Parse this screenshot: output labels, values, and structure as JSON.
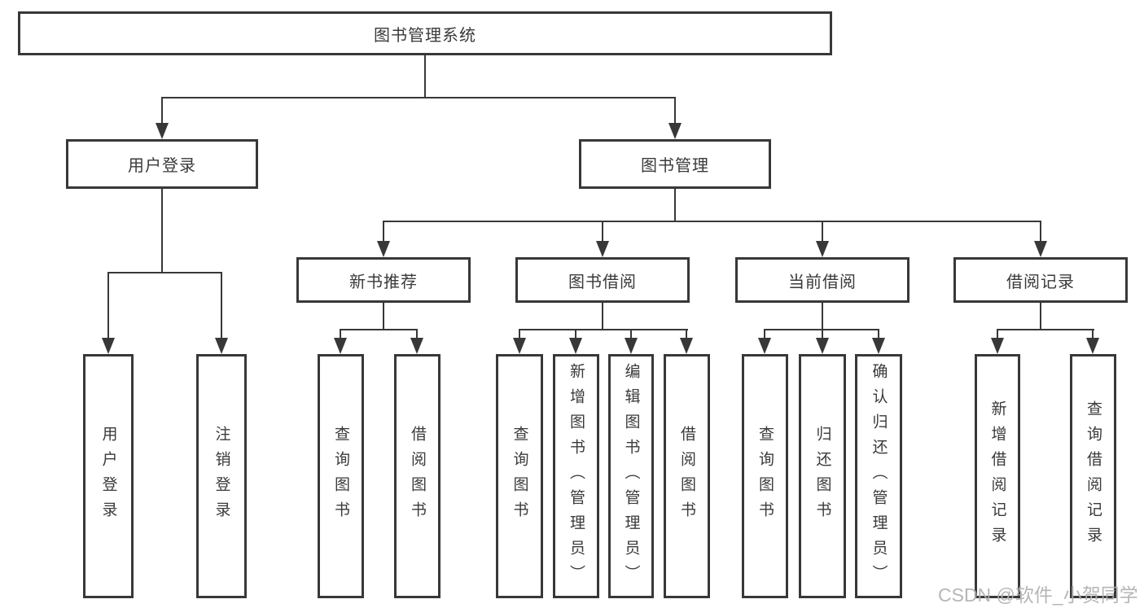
{
  "colors": {
    "line": "#383838",
    "text": "#3a3a3a",
    "box_background": "#ffffff",
    "page_background": "#ffffff",
    "watermark": "#b0b0b0"
  },
  "tree": {
    "root": {
      "label": "图书管理系统"
    },
    "login_branch": {
      "label": "用户登录",
      "children": [
        {
          "label": "用户登录"
        },
        {
          "label": "注销登录"
        }
      ]
    },
    "manage_branch": {
      "label": "图书管理",
      "sections": [
        {
          "label": "新书推荐",
          "children": [
            {
              "label": "查询图书"
            },
            {
              "label": "借阅图书"
            }
          ]
        },
        {
          "label": "图书借阅",
          "children": [
            {
              "label": "查询图书"
            },
            {
              "label": "新增图书（管理员）"
            },
            {
              "label": "编辑图书（管理员）"
            },
            {
              "label": "借阅图书"
            }
          ]
        },
        {
          "label": "当前借阅",
          "children": [
            {
              "label": "查询图书"
            },
            {
              "label": "归还图书"
            },
            {
              "label": "确认归还（管理员）"
            }
          ]
        },
        {
          "label": "借阅记录",
          "children": [
            {
              "label": "新增借阅记录"
            },
            {
              "label": "查询借阅记录"
            }
          ]
        }
      ]
    }
  },
  "watermark": {
    "text": "CSDN @软件_小贺同学"
  }
}
